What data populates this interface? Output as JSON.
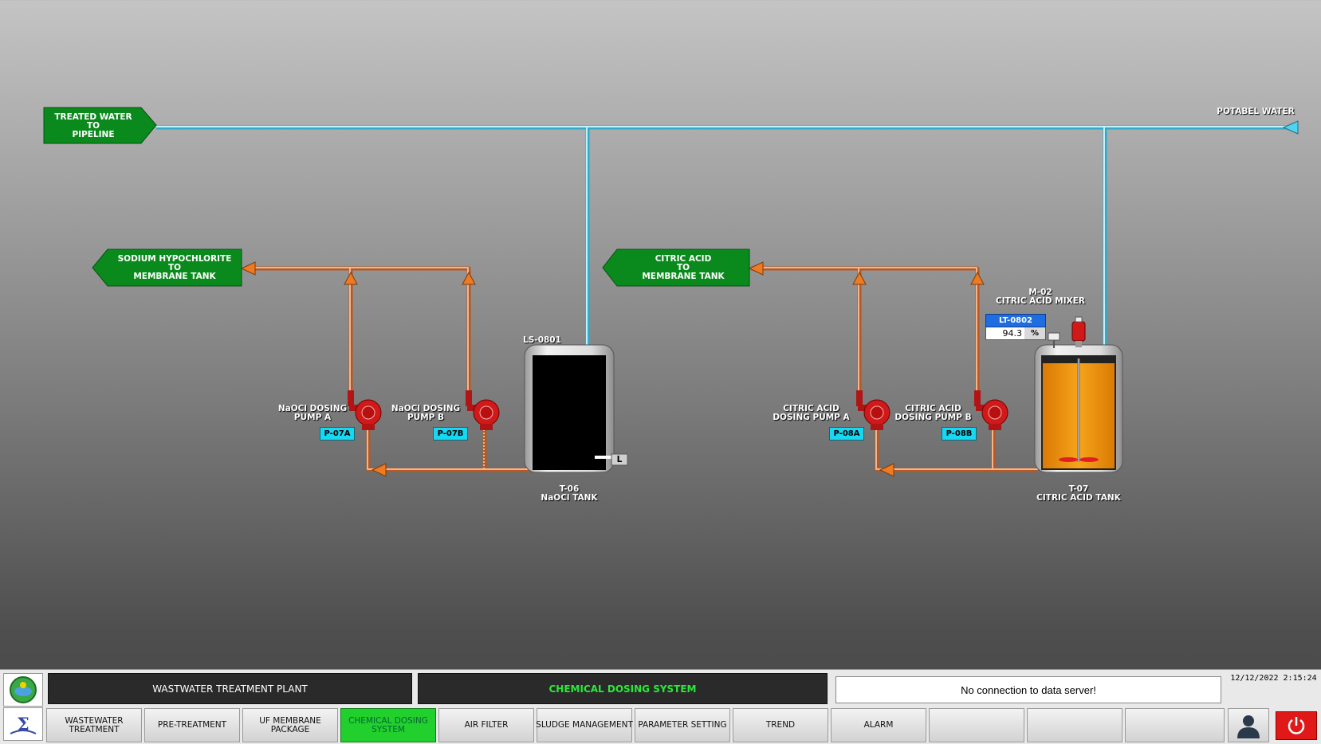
{
  "diagram": {
    "top_left_flag": "TREATED WATER\nTO\nPIPELINE",
    "potable_label": "POTABEL WATER",
    "naocl_flag": "SODIUM HYPOCHLORITE\nTO\nMEMBRANE TANK",
    "citric_flag": "CITRIC ACID\nTO\nMEMBRANE TANK",
    "pump_07a": {
      "label": "NaOCl DOSING\nPUMP A",
      "tag": "P-07A"
    },
    "pump_07b": {
      "label": "NaOCl DOSING\nPUMP B",
      "tag": "P-07B"
    },
    "pump_08a": {
      "label": "CITRIC ACID\nDOSING PUMP A",
      "tag": "P-08A"
    },
    "pump_08b": {
      "label": "CITRIC ACID\nDOSING PUMP B",
      "tag": "P-08B"
    },
    "ls_0801": "LS-0801",
    "level_switch_letter": "L",
    "tank_t06": "T-06\nNaOCl TANK",
    "tank_t07": "T-07\nCITRIC ACID TANK",
    "mixer": "M-02\nCITRIC ACID MIXER",
    "lt_0802": {
      "tag": "LT-0802",
      "value": "94.3",
      "unit": "%"
    },
    "colors": {
      "water_pipe": "#4fd3f0",
      "chemical_pipe": "#f29a67",
      "flag_green": "#0a8a1c",
      "pump_red": "#d01a1a",
      "tank_fill_orange": "#f29a12"
    }
  },
  "bottom": {
    "plant_title": "WASTWATER TREATMENT PLANT",
    "screen_title": "CHEMICAL DOSING SYSTEM",
    "connection_status": "No connection to data server!",
    "datetime": "12/12/2022 2:15:24",
    "nav": [
      {
        "label": "WASTEWATER\nTREATMENT"
      },
      {
        "label": "PRE-TREATMENT"
      },
      {
        "label": "UF MEMBRANE\nPACKAGE"
      },
      {
        "label": "CHEMICAL DOSING\nSYSTEM",
        "active": true
      },
      {
        "label": "AIR FILTER"
      },
      {
        "label": "SLUDGE MANAGEMENT"
      },
      {
        "label": "PARAMETER SETTING"
      },
      {
        "label": "TREND"
      },
      {
        "label": "ALARM"
      },
      {
        "label": ""
      },
      {
        "label": ""
      },
      {
        "label": ""
      }
    ]
  }
}
